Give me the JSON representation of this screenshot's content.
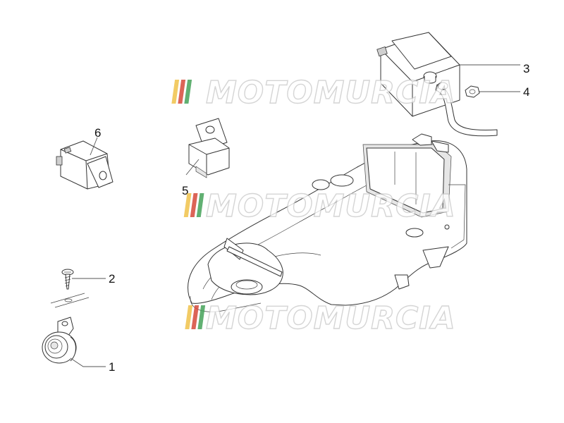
{
  "watermark": {
    "text": "MOTOMURCIA",
    "stripe_colors": [
      "#f0c24b",
      "#d64a3a",
      "#46a35a"
    ]
  },
  "callouts": [
    {
      "id": "callout-1",
      "label": "1"
    },
    {
      "id": "callout-2",
      "label": "2"
    },
    {
      "id": "callout-3",
      "label": "3"
    },
    {
      "id": "callout-4",
      "label": "4"
    },
    {
      "id": "callout-5",
      "label": "5"
    },
    {
      "id": "callout-6",
      "label": "6"
    }
  ]
}
